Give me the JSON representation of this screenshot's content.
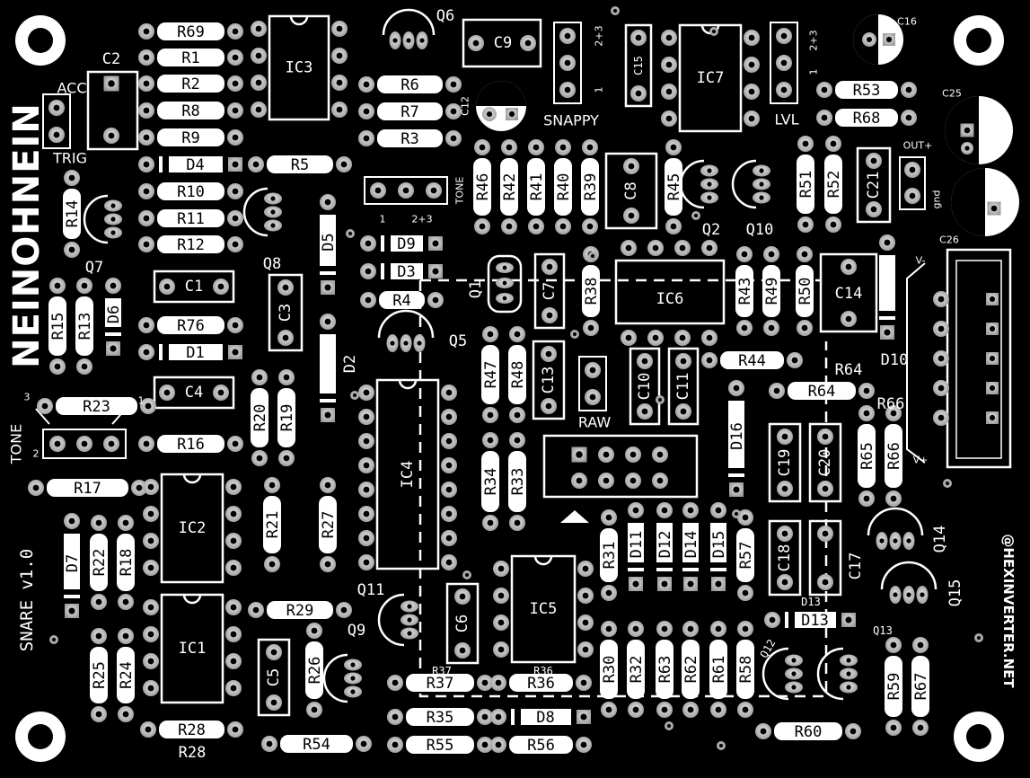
{
  "board": {
    "title": "NEINOHNEIN",
    "version": "SNARE v1.0",
    "website": "@HEXINVERTER.NET"
  },
  "labels": {
    "acc": "ACC",
    "trig": "TRIG",
    "tone": "TONE",
    "tone_small": "TONE",
    "snappy": "SNAPPY",
    "lvl": "LVL",
    "raw": "RAW",
    "out": "OUT+",
    "gnd": "gnd",
    "vminus": "V-",
    "vplus": "V+",
    "n1a": "1",
    "n23a": "2+3",
    "n1b": "1",
    "n23b": "2+3",
    "n1c": "1",
    "n23c": "2+3",
    "n3": "3",
    "n1d": "1",
    "n2": "2"
  },
  "resistors": [
    {
      "ref": "R69"
    },
    {
      "ref": "R1"
    },
    {
      "ref": "R2"
    },
    {
      "ref": "R8"
    },
    {
      "ref": "R9"
    },
    {
      "ref": "R5"
    },
    {
      "ref": "R10"
    },
    {
      "ref": "R11"
    },
    {
      "ref": "R12"
    },
    {
      "ref": "R6"
    },
    {
      "ref": "R7"
    },
    {
      "ref": "R3"
    },
    {
      "ref": "R4"
    },
    {
      "ref": "R76"
    },
    {
      "ref": "R23"
    },
    {
      "ref": "R16"
    },
    {
      "ref": "R17"
    },
    {
      "ref": "R29"
    },
    {
      "ref": "R28"
    },
    {
      "ref": "R54"
    },
    {
      "ref": "R35"
    },
    {
      "ref": "R55"
    },
    {
      "ref": "R37"
    },
    {
      "ref": "R36"
    },
    {
      "ref": "R56"
    },
    {
      "ref": "R53"
    },
    {
      "ref": "R68"
    },
    {
      "ref": "R44"
    },
    {
      "ref": "R64"
    },
    {
      "ref": "R60"
    },
    {
      "ref": "R14"
    },
    {
      "ref": "R15"
    },
    {
      "ref": "R13"
    },
    {
      "ref": "R20"
    },
    {
      "ref": "R19"
    },
    {
      "ref": "R21"
    },
    {
      "ref": "R27"
    },
    {
      "ref": "R22"
    },
    {
      "ref": "R18"
    },
    {
      "ref": "R25"
    },
    {
      "ref": "R24"
    },
    {
      "ref": "R26"
    },
    {
      "ref": "R46"
    },
    {
      "ref": "R42"
    },
    {
      "ref": "R41"
    },
    {
      "ref": "R40"
    },
    {
      "ref": "R39"
    },
    {
      "ref": "R45"
    },
    {
      "ref": "R51"
    },
    {
      "ref": "R52"
    },
    {
      "ref": "R38"
    },
    {
      "ref": "R43"
    },
    {
      "ref": "R49"
    },
    {
      "ref": "R50"
    },
    {
      "ref": "R47"
    },
    {
      "ref": "R48"
    },
    {
      "ref": "R34"
    },
    {
      "ref": "R33"
    },
    {
      "ref": "R31"
    },
    {
      "ref": "R57"
    },
    {
      "ref": "R30"
    },
    {
      "ref": "R32"
    },
    {
      "ref": "R63"
    },
    {
      "ref": "R62"
    },
    {
      "ref": "R61"
    },
    {
      "ref": "R58"
    },
    {
      "ref": "R65"
    },
    {
      "ref": "R66"
    },
    {
      "ref": "R59"
    },
    {
      "ref": "R67"
    }
  ],
  "capacitors": [
    {
      "ref": "C2"
    },
    {
      "ref": "C9"
    },
    {
      "ref": "C12"
    },
    {
      "ref": "C15"
    },
    {
      "ref": "C16"
    },
    {
      "ref": "C25"
    },
    {
      "ref": "C26"
    },
    {
      "ref": "C1"
    },
    {
      "ref": "C4"
    },
    {
      "ref": "C3"
    },
    {
      "ref": "C8"
    },
    {
      "ref": "C21"
    },
    {
      "ref": "C7"
    },
    {
      "ref": "C14"
    },
    {
      "ref": "C13"
    },
    {
      "ref": "C10"
    },
    {
      "ref": "C11"
    },
    {
      "ref": "C19"
    },
    {
      "ref": "C20"
    },
    {
      "ref": "C18"
    },
    {
      "ref": "C17"
    },
    {
      "ref": "C6"
    },
    {
      "ref": "C5"
    }
  ],
  "diodes": [
    {
      "ref": "D4"
    },
    {
      "ref": "D1"
    },
    {
      "ref": "D5"
    },
    {
      "ref": "D9"
    },
    {
      "ref": "D3"
    },
    {
      "ref": "D2"
    },
    {
      "ref": "D6"
    },
    {
      "ref": "D7"
    },
    {
      "ref": "D8"
    },
    {
      "ref": "D10"
    },
    {
      "ref": "D16"
    },
    {
      "ref": "D11"
    },
    {
      "ref": "D12"
    },
    {
      "ref": "D14"
    },
    {
      "ref": "D15"
    },
    {
      "ref": "D13"
    }
  ],
  "ics": [
    {
      "ref": "IC3"
    },
    {
      "ref": "IC7"
    },
    {
      "ref": "IC6"
    },
    {
      "ref": "IC4"
    },
    {
      "ref": "IC2"
    },
    {
      "ref": "IC1"
    },
    {
      "ref": "IC5"
    }
  ],
  "transistors": [
    {
      "ref": "Q6"
    },
    {
      "ref": "Q7"
    },
    {
      "ref": "Q8"
    },
    {
      "ref": "Q2"
    },
    {
      "ref": "Q10"
    },
    {
      "ref": "Q1"
    },
    {
      "ref": "Q5"
    },
    {
      "ref": "Q11"
    },
    {
      "ref": "Q9"
    },
    {
      "ref": "Q14"
    },
    {
      "ref": "Q15"
    },
    {
      "ref": "Q13"
    },
    {
      "ref": "Q12"
    }
  ],
  "colors": {
    "board": "#000000",
    "silkscreen": "#ffffff",
    "pad": "#c8c8c8",
    "pad_hole": "#000000"
  }
}
